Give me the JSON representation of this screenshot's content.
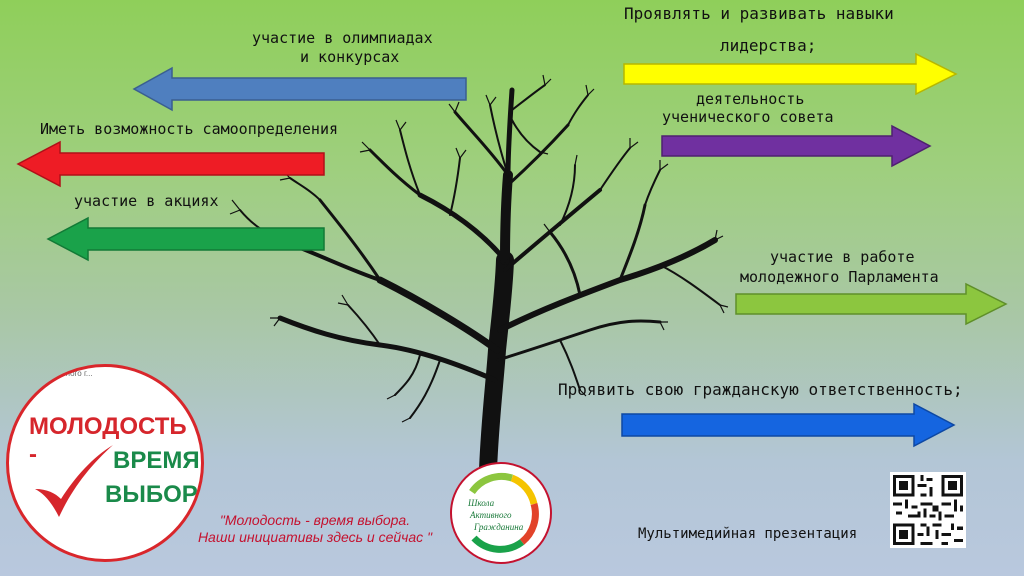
{
  "left_labels": {
    "olympiads_line1": "участие в олимпиадах",
    "olympiads_line2": "и конкурсах",
    "self_determination": "Иметь возможность самоопределения",
    "actions": "участие в акциях"
  },
  "right_labels": {
    "leadership_line1": "Проявлять и развивать навыки",
    "leadership_line2": "лидерства;",
    "council_line1": "деятельность",
    "council_line2": "ученического совета",
    "parliament_line1": "участие в работе",
    "parliament_line2": "молодежного Парламента",
    "civic": "Проявить свою гражданскую ответственность;"
  },
  "logo_left": {
    "top_text": "...ного г...",
    "word1": "МОЛОДОСТЬ -",
    "word2": "ВРЕМЯ",
    "word3": "ВЫБОРА"
  },
  "quote": {
    "line1": "\"Молодость - время выбора.",
    "line2": "Наши инициативы здесь и сейчас \""
  },
  "school_logo": {
    "line1": "Школа",
    "line2": "Активного",
    "line3": "Гражданина"
  },
  "footer": {
    "multimedia": "Мультимедийная презентация"
  },
  "colors": {
    "blue_arrow": "#4f7fbf",
    "red_arrow": "#ee1c25",
    "green_arrow": "#1aa24a",
    "yellow_arrow": "#ffff00",
    "purple_arrow": "#7030a0",
    "lightgreen_arrow": "#8cc63f",
    "bright_blue_arrow": "#1565e0"
  },
  "icons": {
    "checkmark": "red-checkmark-icon",
    "qr": "qr-code-icon",
    "tree": "tree-illustration"
  }
}
